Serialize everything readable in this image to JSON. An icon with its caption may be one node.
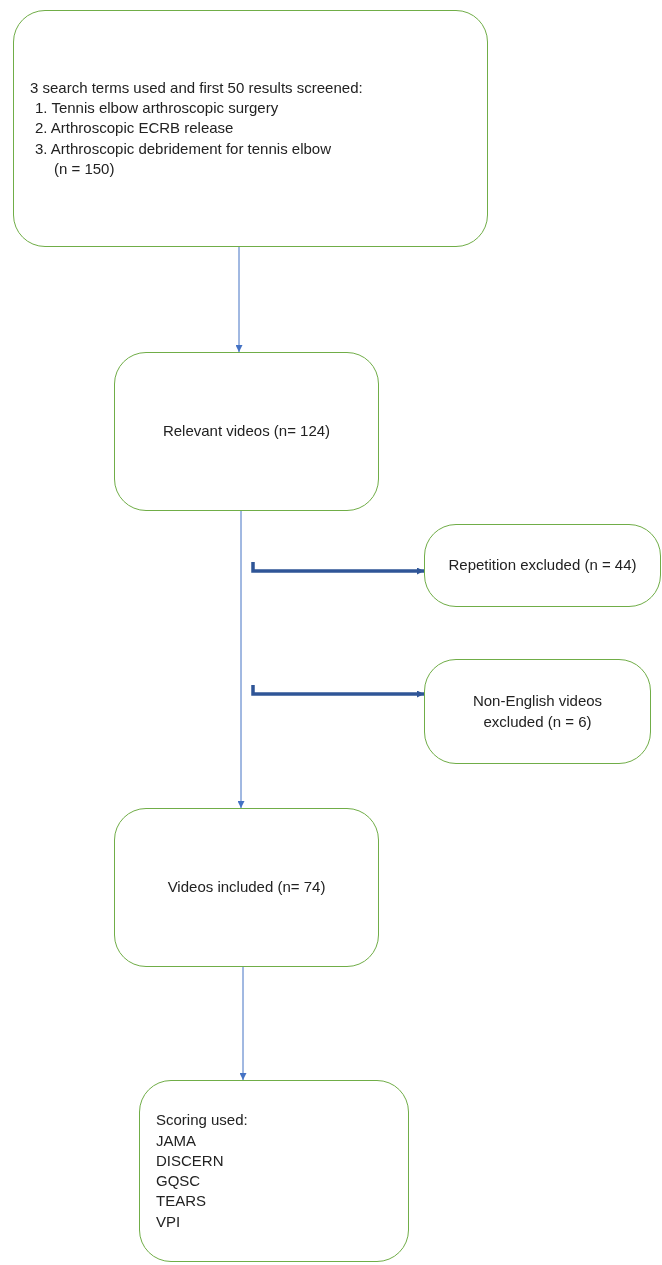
{
  "diagram": {
    "nodes": [
      {
        "text": [
          "3 search terms used and first 50 results screened:",
          "1. Tennis elbow arthroscopic surgery",
          "2. Arthroscopic ECRB release",
          "3. Arthroscopic debridement for tennis elbow",
          "(n = 150)"
        ]
      },
      {
        "text": [
          "Relevant videos (n= 124)"
        ]
      },
      {
        "text": [
          "Repetition excluded (n = 44)"
        ]
      },
      {
        "text": [
          "Non-English videos excluded (n = 6)"
        ]
      },
      {
        "text": [
          "Videos included (n= 74)"
        ]
      },
      {
        "text": [
          "Scoring used:",
          "JAMA",
          "DISCERN",
          "GQSC",
          "TEARS",
          "VPI"
        ]
      }
    ],
    "edges": [
      {
        "from": 0,
        "to": 1,
        "arrow": "to"
      },
      {
        "from": null,
        "to": 2,
        "arrow": "to",
        "style": "thick",
        "color": "#2f5597"
      },
      {
        "from": null,
        "to": 3,
        "arrow": "to",
        "style": "thick",
        "color": "#2f5597"
      },
      {
        "from": 1,
        "to": 4,
        "arrow": "to"
      },
      {
        "from": 4,
        "to": 5,
        "arrow": "to"
      }
    ]
  }
}
